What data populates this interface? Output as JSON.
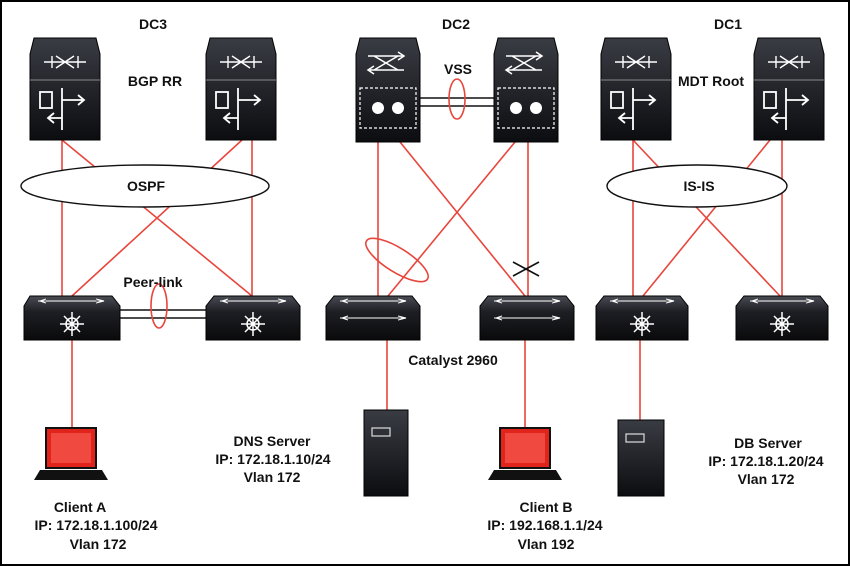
{
  "datacenters": {
    "dc3": {
      "title": "DC3",
      "role": "BGP RR",
      "igp": "OSPF",
      "peer": "Peer-link"
    },
    "dc2": {
      "title": "DC2",
      "role": "VSS",
      "access": "Catalyst 2960"
    },
    "dc1": {
      "title": "DC1",
      "role": "MDT Root",
      "igp": "IS-IS"
    }
  },
  "hosts": {
    "client_a": {
      "name": "Client A",
      "ip": "IP: 172.18.1.100/24",
      "vlan": "Vlan 172"
    },
    "dns": {
      "name": "DNS Server",
      "ip": "IP: 172.18.1.10/24",
      "vlan": "Vlan 172"
    },
    "client_b": {
      "name": "Client B",
      "ip": "IP: 192.168.1.1/24",
      "vlan": "Vlan 192"
    },
    "db": {
      "name": "DB Server",
      "ip": "IP: 172.18.1.20/24",
      "vlan": "Vlan 172"
    }
  },
  "colors": {
    "link": "#e8463c",
    "device": "#15161a",
    "client": "#e0241b",
    "border": "#000000"
  }
}
